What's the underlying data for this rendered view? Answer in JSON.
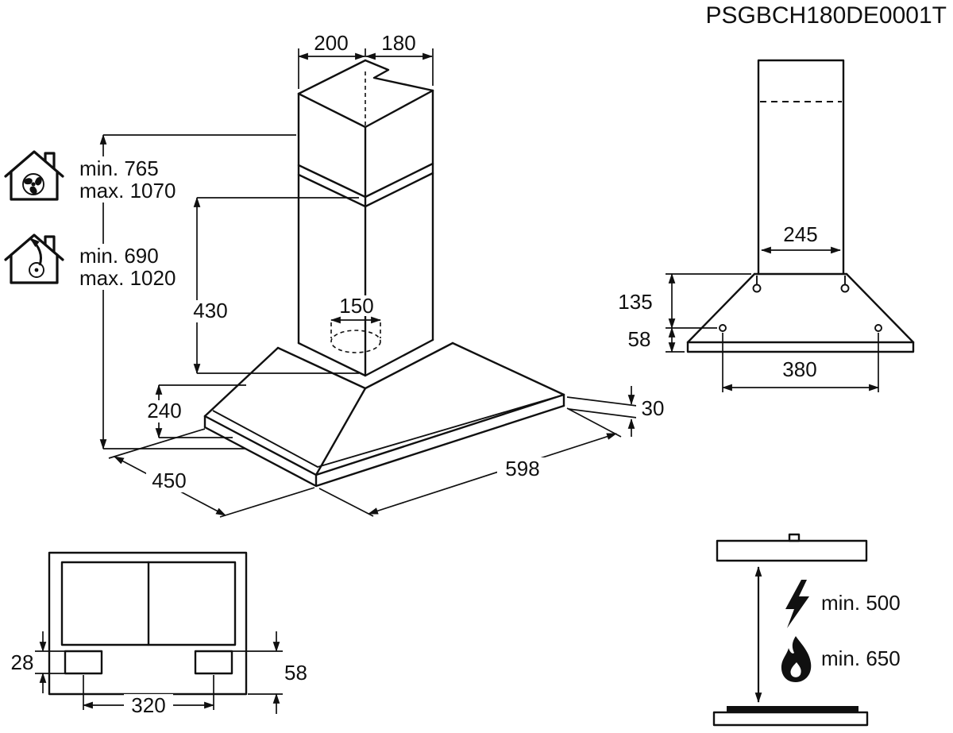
{
  "title": "PSGBCH180DE0001T",
  "colors": {
    "ink": "#101010",
    "background": "#ffffff"
  },
  "isometric_view": {
    "dim_chimney_top_depth": "200",
    "dim_chimney_top_width": "180",
    "recirculation_height": {
      "min": "min. 765",
      "max": "max. 1070"
    },
    "extraction_height": {
      "min": "min. 690",
      "max": "max. 1020"
    },
    "dim_chimney_section_height": "430",
    "dim_duct_diameter": "150",
    "dim_canopy_height": "240",
    "dim_depth": "450",
    "dim_width": "598",
    "dim_rim_height": "30"
  },
  "front_view": {
    "dim_chimney_width": "245",
    "dim_canopy_slope_height": "135",
    "dim_rim_band_height": "58",
    "dim_lamp_spacing": "380"
  },
  "bottom_view": {
    "dim_bracket_inset": "28",
    "dim_bracket_band": "58",
    "dim_bracket_spacing": "320"
  },
  "clearance_view": {
    "electric_min_distance": "min. 500",
    "gas_min_distance": "min. 650"
  }
}
